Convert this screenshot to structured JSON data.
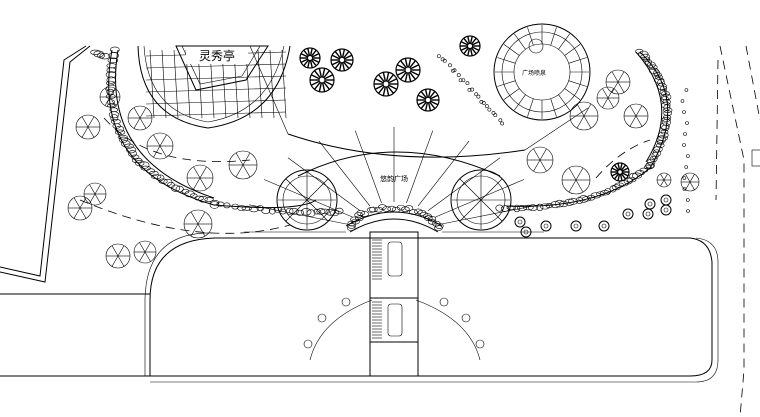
{
  "labels": {
    "pavilion": "灵秀亭",
    "plaza": "悠韵广场",
    "right_feature": "广场喷泉"
  }
}
